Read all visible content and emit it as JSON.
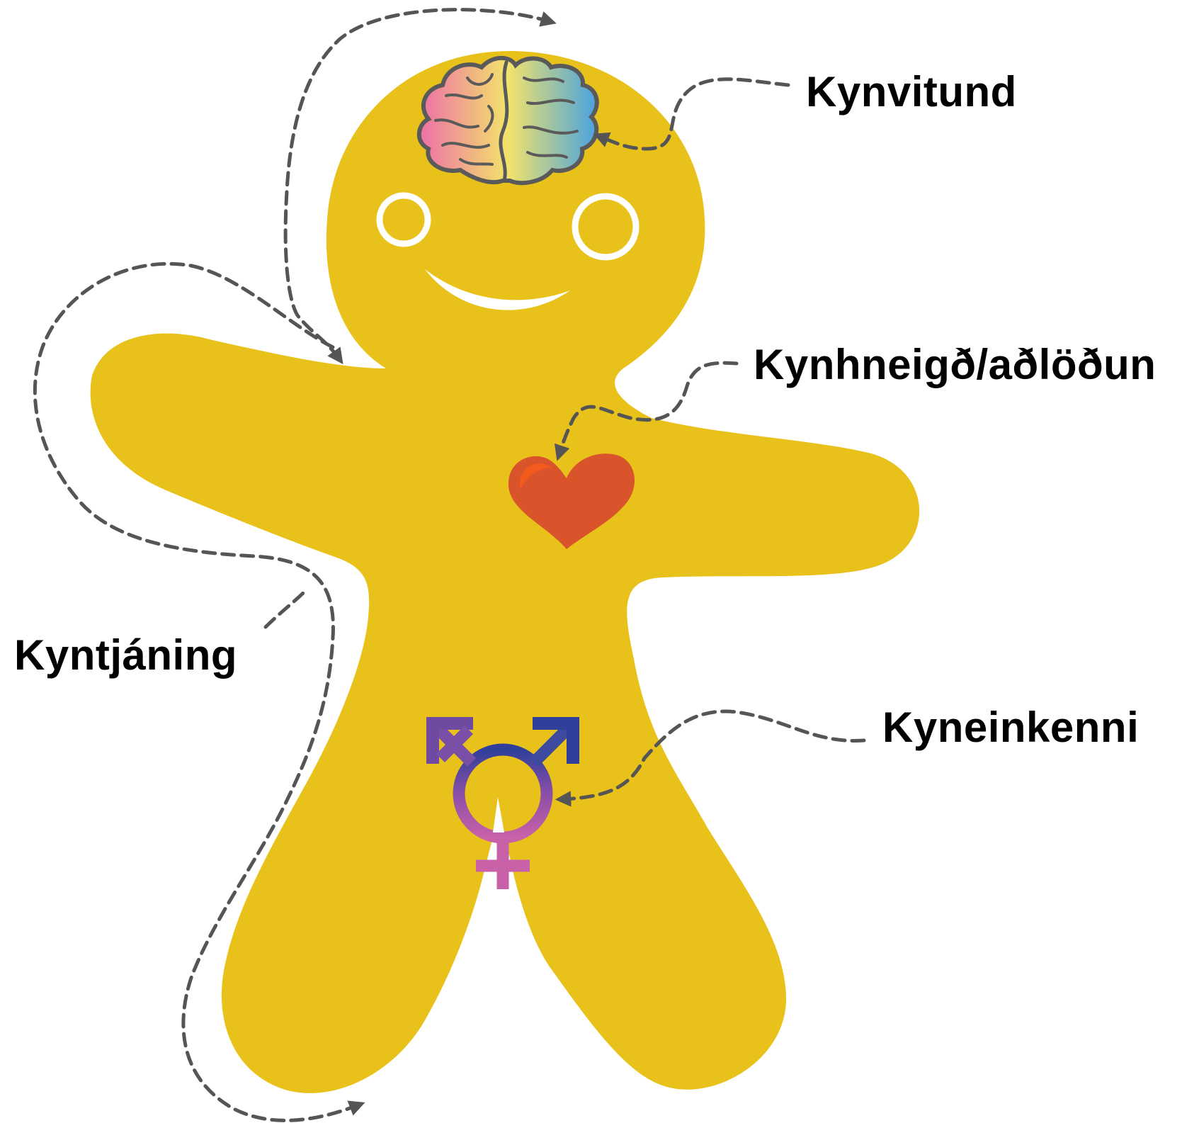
{
  "labels": {
    "gender_identity": "Kynvitund",
    "orientation": "Kynhneigð/aðlöðun",
    "expression": "Kyntjáning",
    "sex_characteristics": "Kyneinkenni"
  },
  "icons": {
    "brain": "brain-icon",
    "heart": "heart-icon",
    "symbol": "transgender-symbol-icon"
  },
  "colors": {
    "body": "#e8c21a",
    "arrows": "#555555",
    "heart": "#d9542a",
    "brain_left": "#ee6fa8",
    "brain_mid": "#f2e36a",
    "brain_right": "#4aa3e0",
    "symbol_top": "#2f3f9a",
    "symbol_mid": "#8a4fa8",
    "symbol_bottom": "#c961a8",
    "text": "#000000"
  }
}
